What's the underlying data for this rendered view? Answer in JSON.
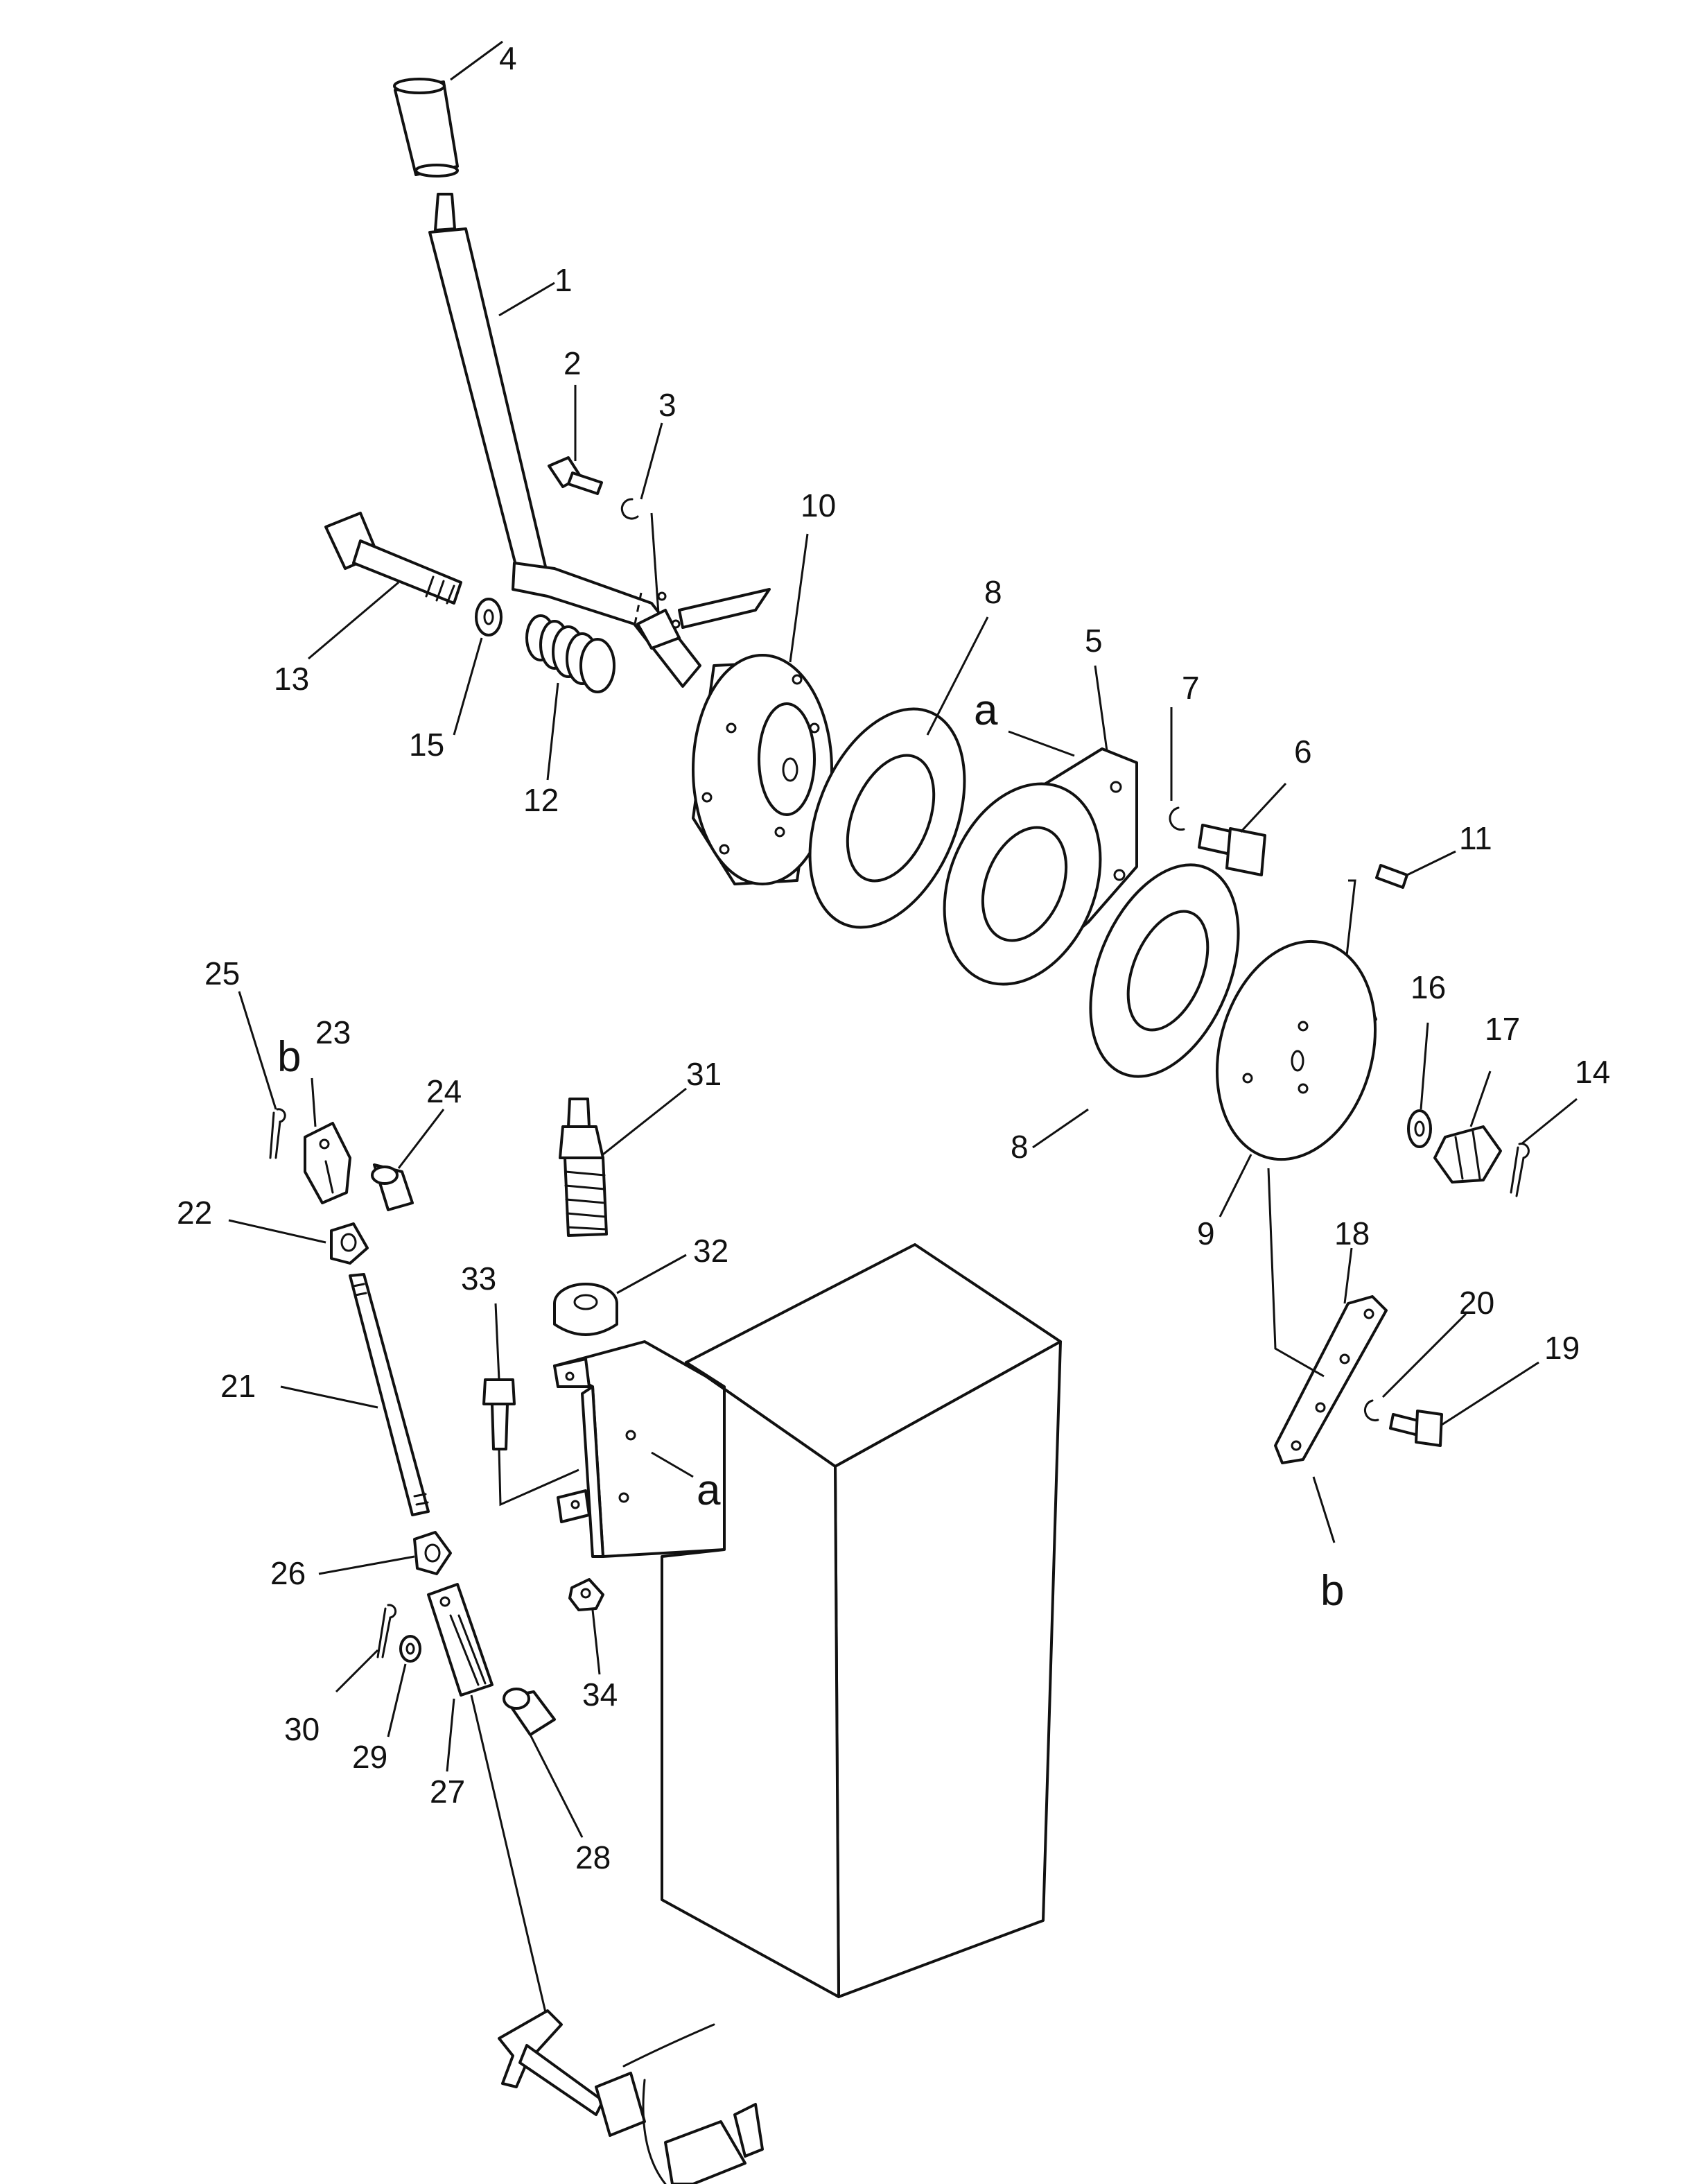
{
  "diagram": {
    "callouts": {
      "c1": "1",
      "c2": "2",
      "c3": "3",
      "c4": "4",
      "c5": "5",
      "c6": "6",
      "c7": "7",
      "c8a": "8",
      "c8b": "8",
      "c9": "9",
      "c10": "10",
      "c11": "11",
      "c12": "12",
      "c13": "13",
      "c14": "14",
      "c15": "15",
      "c16": "16",
      "c17": "17",
      "c18": "18",
      "c19": "19",
      "c20": "20",
      "c21": "21",
      "c22": "22",
      "c23": "23",
      "c24": "24",
      "c25": "25",
      "c26": "26",
      "c27": "27",
      "c28": "28",
      "c29": "29",
      "c30": "30",
      "c31": "31",
      "c32": "32",
      "c33": "33",
      "c34": "34"
    },
    "refs": {
      "a1": "a",
      "a2": "a",
      "b1": "b",
      "b2": "b"
    }
  }
}
